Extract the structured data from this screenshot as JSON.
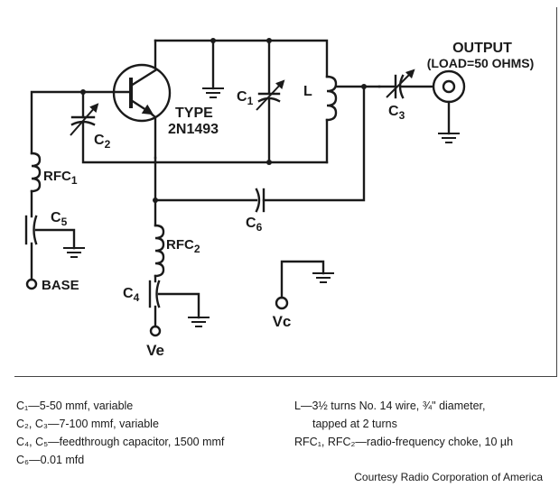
{
  "schematic": {
    "output_label": "OUTPUT",
    "load_label": "(LOAD=50 OHMS)",
    "transistor_type_line1": "TYPE",
    "transistor_type_line2": "2N1493",
    "c1_label": "C",
    "c1_sub": "1",
    "l_label": "L",
    "c2_label": "C",
    "c2_sub": "2",
    "c3_label": "C",
    "c3_sub": "3",
    "c4_label": "C",
    "c4_sub": "4",
    "c5_label": "C",
    "c5_sub": "5",
    "c6_label": "C",
    "c6_sub": "6",
    "rfc1_label": "RFC",
    "rfc1_sub": "1",
    "rfc2_label": "RFC",
    "rfc2_sub": "2",
    "base_label": "BASE",
    "ve_label": "Ve",
    "vc_label": "Vc"
  },
  "legend": {
    "left": [
      "C₁—5-50 mmf, variable",
      "C₂, C₃—7-100 mmf, variable",
      "C₄, C₅—feedthrough capacitor, 1500 mmf",
      "C₆—0.01 mfd"
    ],
    "right": [
      "L—3½ turns No. 14 wire, ¾\" diameter,",
      "tapped at 2 turns",
      "RFC₁, RFC₂—radio-frequency choke, 10 µh"
    ]
  },
  "courtesy": "Courtesy Radio Corporation of America"
}
